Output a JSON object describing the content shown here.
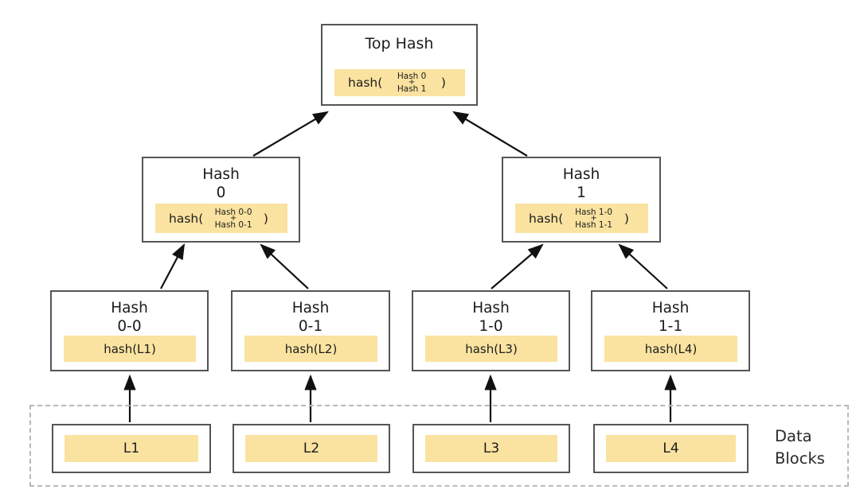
{
  "diagram_type": "merkle-tree",
  "colors": {
    "band_fill": "#FAE3A0",
    "box_border": "#555555",
    "dashed_border": "#B9B9B9",
    "arrow": "#111111",
    "background": "#FFFFFF"
  },
  "root": {
    "title": "Top Hash",
    "fn_open": "hash(",
    "arg_top": "Hash 0",
    "plus": "+",
    "arg_bottom": "Hash 1",
    "fn_close": ")"
  },
  "internal": [
    {
      "title_line1": "Hash",
      "title_line2": "0",
      "fn_open": "hash(",
      "arg_top": "Hash 0-0",
      "plus": "+",
      "arg_bottom": "Hash 0-1",
      "fn_close": ")"
    },
    {
      "title_line1": "Hash",
      "title_line2": "1",
      "fn_open": "hash(",
      "arg_top": "Hash 1-0",
      "plus": "+",
      "arg_bottom": "Hash 1-1",
      "fn_close": ")"
    }
  ],
  "leaves": [
    {
      "title_line1": "Hash",
      "title_line2": "0-0",
      "band": "hash(L1)"
    },
    {
      "title_line1": "Hash",
      "title_line2": "0-1",
      "band": "hash(L2)"
    },
    {
      "title_line1": "Hash",
      "title_line2": "1-0",
      "band": "hash(L3)"
    },
    {
      "title_line1": "Hash",
      "title_line2": "1-1",
      "band": "hash(L4)"
    }
  ],
  "data_blocks": {
    "label_line1": "Data",
    "label_line2": "Blocks",
    "items": [
      {
        "label": "L1"
      },
      {
        "label": "L2"
      },
      {
        "label": "L3"
      },
      {
        "label": "L4"
      }
    ]
  }
}
